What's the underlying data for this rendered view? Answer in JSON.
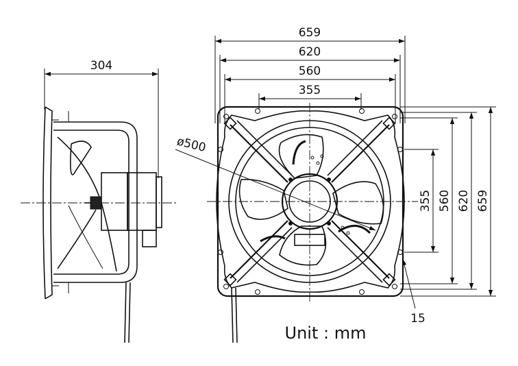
{
  "dimensions": {
    "side_depth": "304",
    "overall_width": "659",
    "mount_width": "620",
    "inner_width": "560",
    "hub_width": "355",
    "blade_diameter": "ø500",
    "height_355": "355",
    "height_560": "560",
    "height_620": "620",
    "height_659": "659",
    "hole_size": "15"
  },
  "unit_label": "Unit : mm"
}
